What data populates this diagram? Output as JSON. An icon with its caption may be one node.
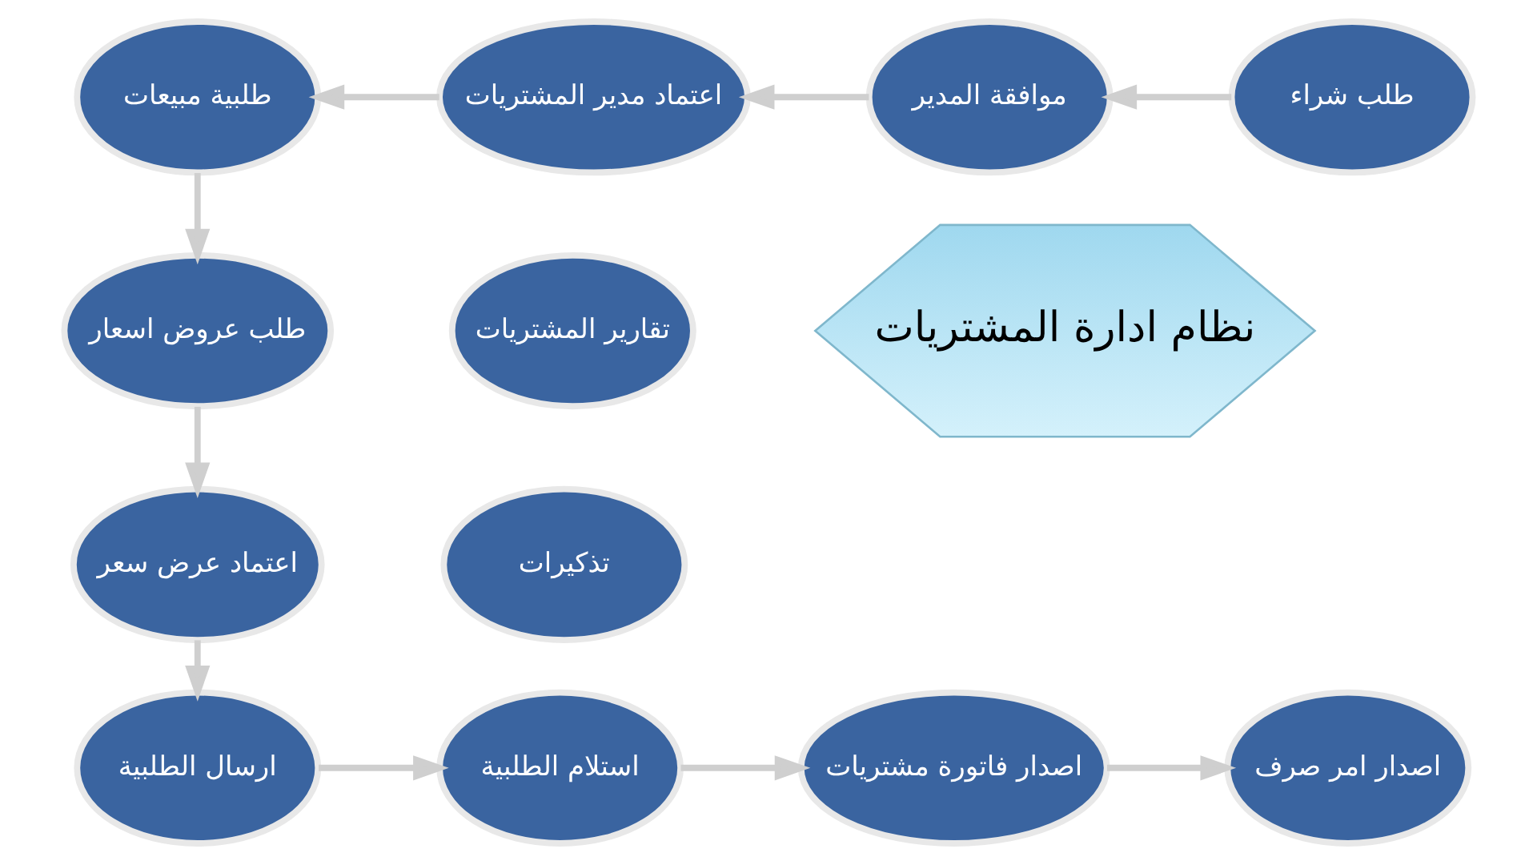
{
  "diagram": {
    "nodes": [
      {
        "text": [
          "طلب شراء"
        ]
      },
      {
        "text": [
          "موافقة المدير"
        ]
      },
      {
        "text": [
          "اعتماد مدير المشتريات"
        ]
      },
      {
        "text": [
          "طلبية مبيعات"
        ]
      },
      {
        "text": [
          "طلب عروض اسعار"
        ]
      },
      {
        "text": [
          "اعتماد عرض سعر"
        ]
      },
      {
        "text": [
          "ارسال الطلبية"
        ]
      },
      {
        "text": [
          "استلام الطلبية"
        ]
      },
      {
        "text": [
          "اصدار فاتورة مشتريات"
        ]
      },
      {
        "text": [
          "اصدار امر صرف"
        ]
      },
      {
        "text": [
          "تقارير المشتريات"
        ]
      },
      {
        "text": [
          "تذكيرات"
        ]
      },
      {
        "text": [
          "نظام ادارة المشتريات"
        ]
      }
    ],
    "edges": [
      {
        "from": 0,
        "to": 1,
        "arrow": "to"
      },
      {
        "from": 1,
        "to": 2,
        "arrow": "to"
      },
      {
        "from": 2,
        "to": 3,
        "arrow": "to"
      },
      {
        "from": 3,
        "to": 4,
        "arrow": "to"
      },
      {
        "from": 4,
        "to": 5,
        "arrow": "to"
      },
      {
        "from": 5,
        "to": 6,
        "arrow": "to"
      },
      {
        "from": 6,
        "to": 7,
        "arrow": "to"
      },
      {
        "from": 7,
        "to": 8,
        "arrow": "to"
      },
      {
        "from": 8,
        "to": 9,
        "arrow": "to"
      }
    ]
  }
}
